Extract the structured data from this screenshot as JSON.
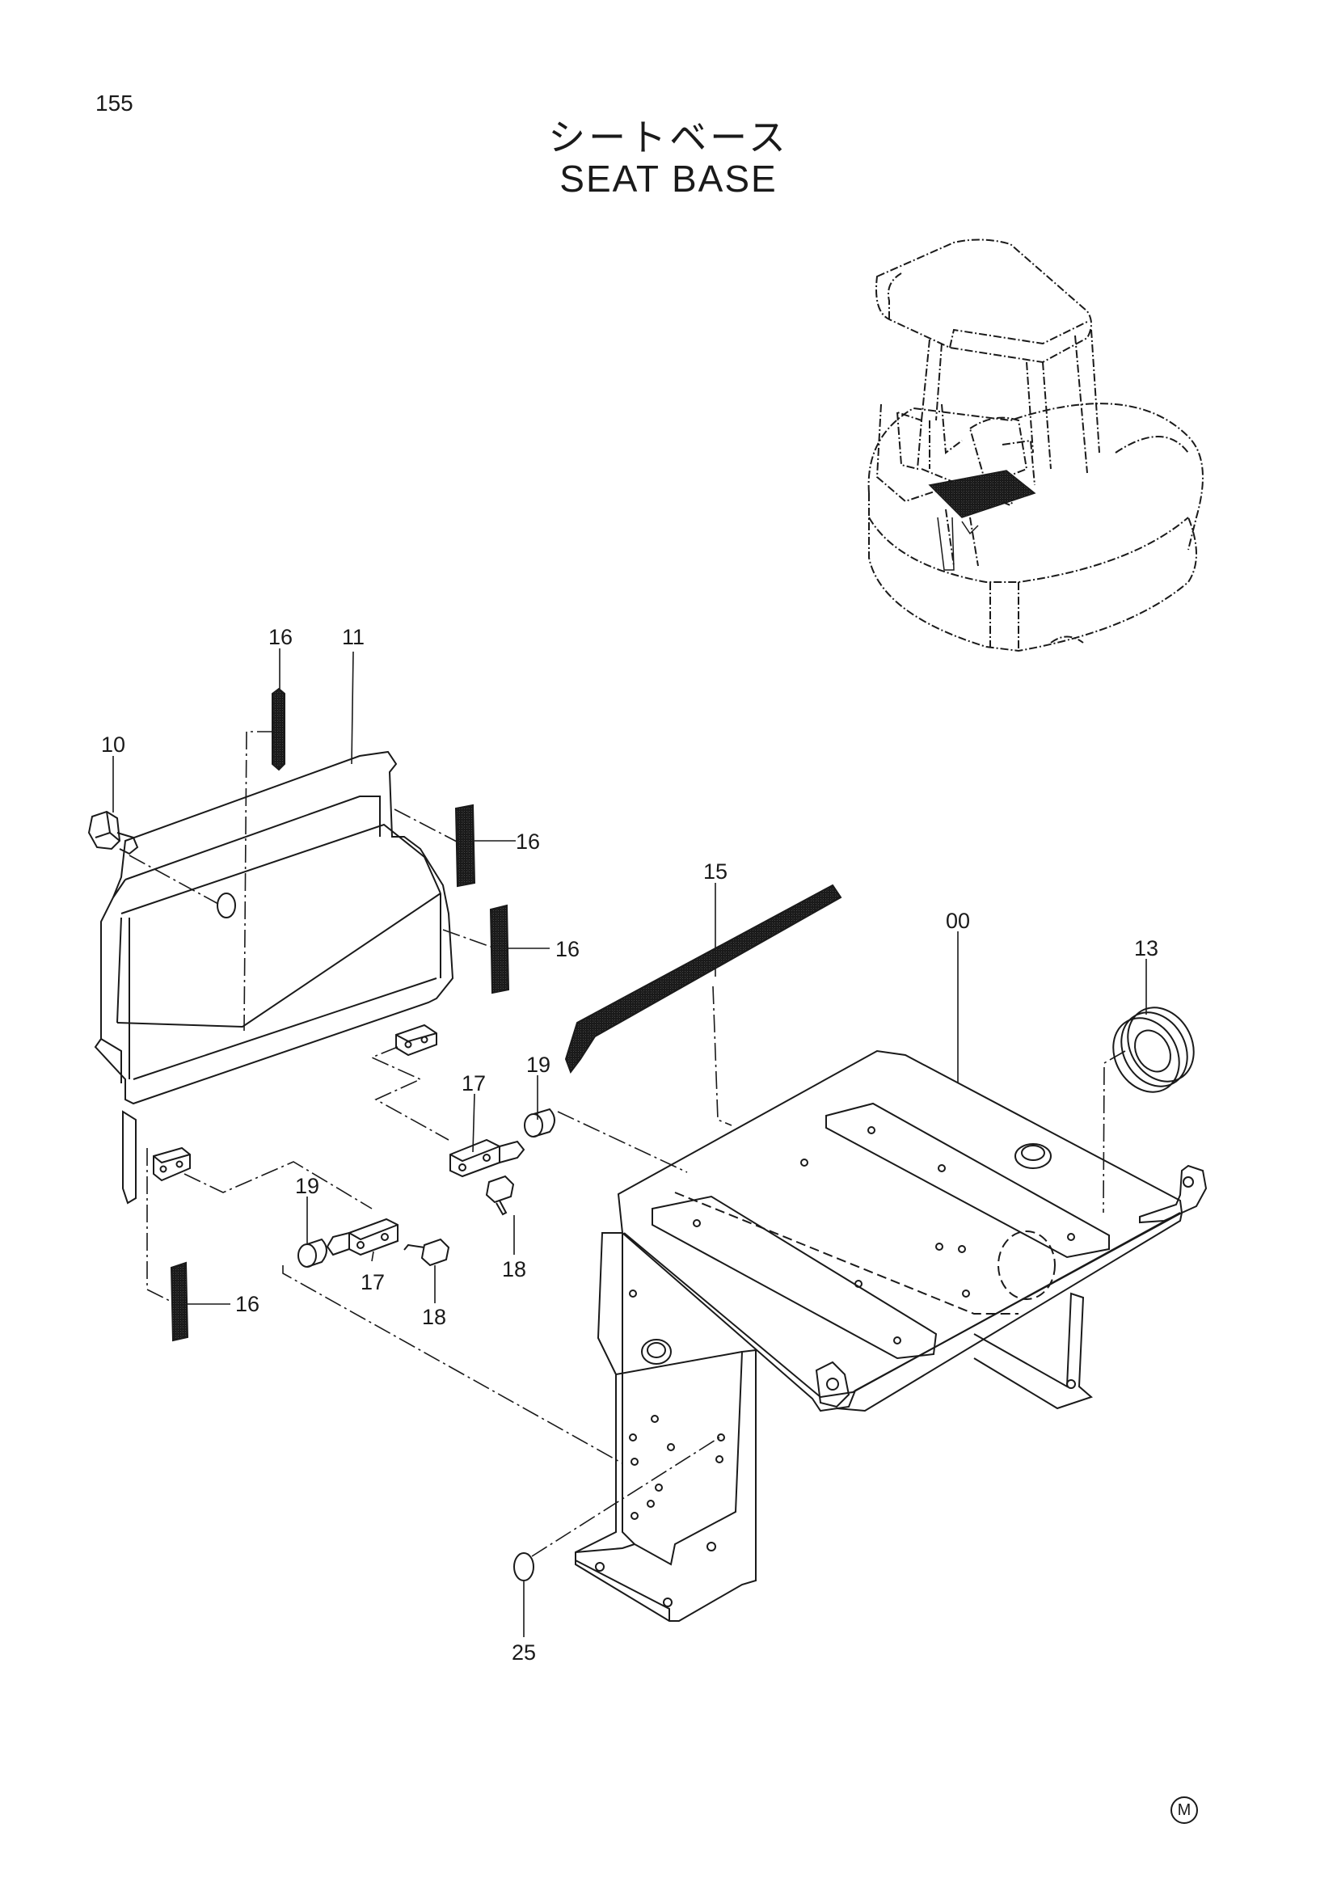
{
  "page": {
    "number": "155",
    "title_jp": "シートベース",
    "title_en": "SEAT BASE",
    "maker_mark": "M"
  },
  "callouts": [
    {
      "id": "c-16a",
      "label": "16"
    },
    {
      "id": "c-11",
      "label": "11"
    },
    {
      "id": "c-10",
      "label": "10"
    },
    {
      "id": "c-16b",
      "label": "16"
    },
    {
      "id": "c-16c",
      "label": "16"
    },
    {
      "id": "c-15",
      "label": "15"
    },
    {
      "id": "c-00",
      "label": "00"
    },
    {
      "id": "c-13",
      "label": "13"
    },
    {
      "id": "c-19a",
      "label": "19"
    },
    {
      "id": "c-17a",
      "label": "17"
    },
    {
      "id": "c-18a",
      "label": "18"
    },
    {
      "id": "c-19b",
      "label": "19"
    },
    {
      "id": "c-17b",
      "label": "17"
    },
    {
      "id": "c-18b",
      "label": "18"
    },
    {
      "id": "c-16d",
      "label": "16"
    },
    {
      "id": "c-25",
      "label": "25"
    }
  ],
  "colors": {
    "ink": "#1a1a1a",
    "paper": "#ffffff",
    "shade": "#9a9a9a"
  }
}
